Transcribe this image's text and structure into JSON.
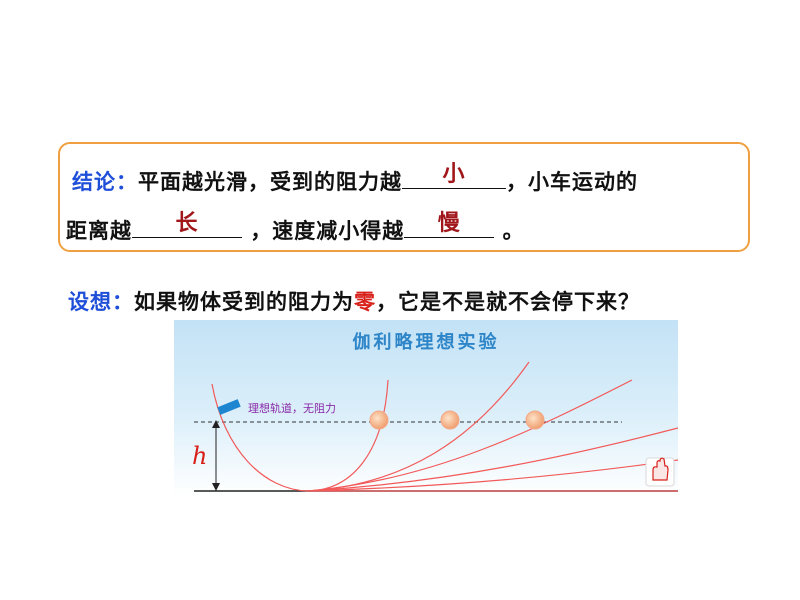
{
  "conclusion": {
    "label": "结论：",
    "line1_text": "平面越光滑，受到的阻力越",
    "answer_1": "小",
    "line1_tail": "，小车运动的",
    "line2_head": "距离越",
    "answer_2": "长",
    "line2_mid": "，速度减小得越",
    "answer_3": "慢",
    "line2_tail": "。"
  },
  "hypothesis": {
    "label": "设想：",
    "text_before": "如果物体受到的阻力为",
    "highlight": "零",
    "text_after": "，它是不是就不会停下来？"
  },
  "figure": {
    "title": "伽利略理想实验",
    "track_label": "理想轨道，无阻力",
    "height_label": "h",
    "colors": {
      "bg_top": "#c3e2f6",
      "bg_bottom": "#ffffff",
      "track": "#f25a5a",
      "title": "#2e86c8",
      "label": "#8a2aa8"
    }
  }
}
